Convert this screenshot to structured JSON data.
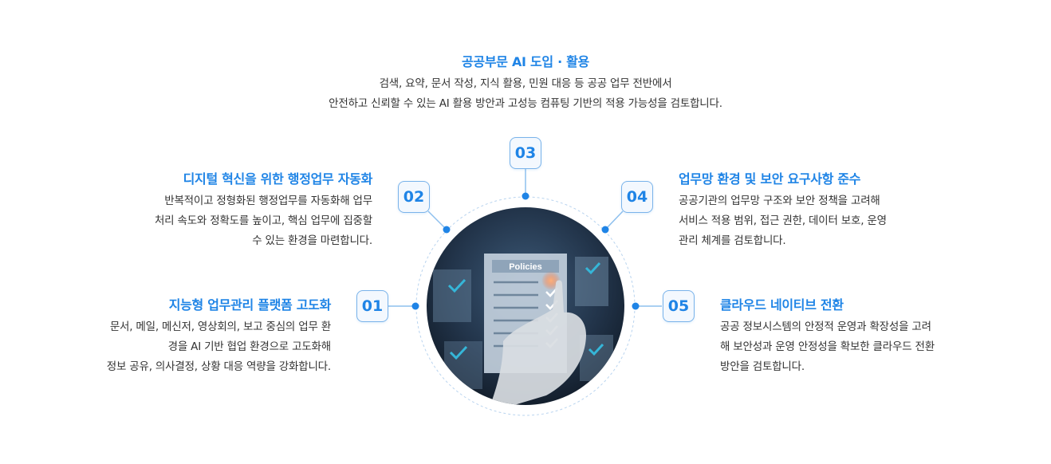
{
  "top": {
    "title": "공공부문 AI 도입 · 활용",
    "lines": [
      "검색, 요약, 문서 작성, 지식 활용, 민원 대응 등 공공 업무 전반에서",
      "안전하고 신뢰할 수 있는 AI 활용 방안과 고성능 컴퓨팅 기반의 적용 가능성을 검토합니다."
    ]
  },
  "items": [
    {
      "num": "01",
      "title": "지능형 업무관리 플랫폼 고도화",
      "lines": [
        "문서, 메일, 메신저, 영상회의, 보고 중심의 업무 환",
        "경을 AI 기반 협업 환경으로 고도화해",
        "정보 공유, 의사결정, 상황 대응 역량을 강화합니다."
      ]
    },
    {
      "num": "02",
      "title": "디지털 혁신을 위한 행정업무 자동화",
      "lines": [
        "반복적이고 정형화된 행정업무를 자동화해 업무",
        "처리 속도와 정확도를 높이고, 핵심 업무에 집중할",
        "수 있는 환경을 마련합니다."
      ]
    },
    {
      "num": "03"
    },
    {
      "num": "04",
      "title": "업무망 환경 및 보안 요구사항 준수",
      "lines": [
        "공공기관의 업무망 구조와 보안 정책을 고려해",
        "서비스 적용 범위, 접근 권한, 데이터 보호, 운영",
        "관리 체계를 검토합니다."
      ]
    },
    {
      "num": "05",
      "title": "클라우드 네이티브 전환",
      "lines": [
        "공공 정보시스템의 안정적 운영과 확장성을 고려",
        "해 보안성과 운영 안정성을 확보한 클라우드 전환",
        "방안을 검토합니다."
      ]
    }
  ],
  "image": {
    "doc_label": "Policies"
  },
  "colors": {
    "accent": "#1f84e6",
    "badge_border": "#7ab3ea",
    "circle_bg": "#1c2a3b"
  }
}
